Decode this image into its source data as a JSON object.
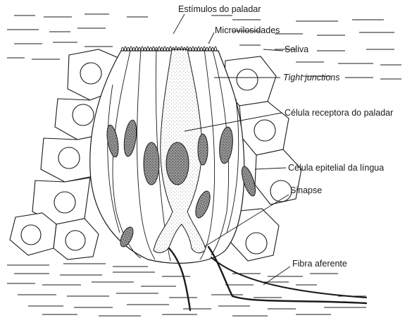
{
  "labels": {
    "taste_stimuli": "Estímulos do paladar",
    "microvilli": "Microvilosidades",
    "saliva": "Saliva",
    "tight_junctions": "Tight junctions",
    "receptor_cell": "Célula receptora do paladar",
    "epithelial_cell": "Célula epitelial da língua",
    "synapse": "Sinapse",
    "afferent_fiber": "Fibra aferente"
  },
  "colors": {
    "ink": "#1a1a1a",
    "stipple": "#6a6a6a",
    "nucleus": "#555555",
    "background": "#ffffff"
  }
}
